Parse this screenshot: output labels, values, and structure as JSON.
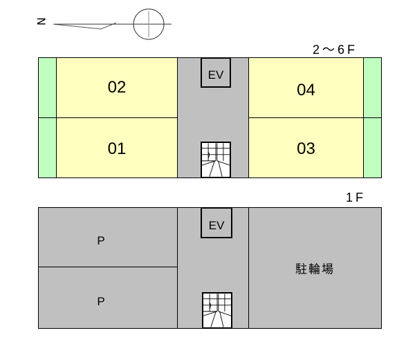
{
  "compass": {
    "label": "N"
  },
  "upper_floor": {
    "label": "2～6F",
    "units": [
      "02",
      "01",
      "04",
      "03"
    ],
    "elevator": "EV",
    "colors": {
      "unit": "#ffffc0",
      "balcony": "#c0ffc0",
      "core": "#c0c0c0"
    }
  },
  "lower_floor": {
    "label": "1F",
    "parking": [
      "P",
      "P"
    ],
    "elevator": "EV",
    "bicycle_parking": "駐輪場",
    "colors": {
      "area": "#c0c0c0"
    }
  }
}
